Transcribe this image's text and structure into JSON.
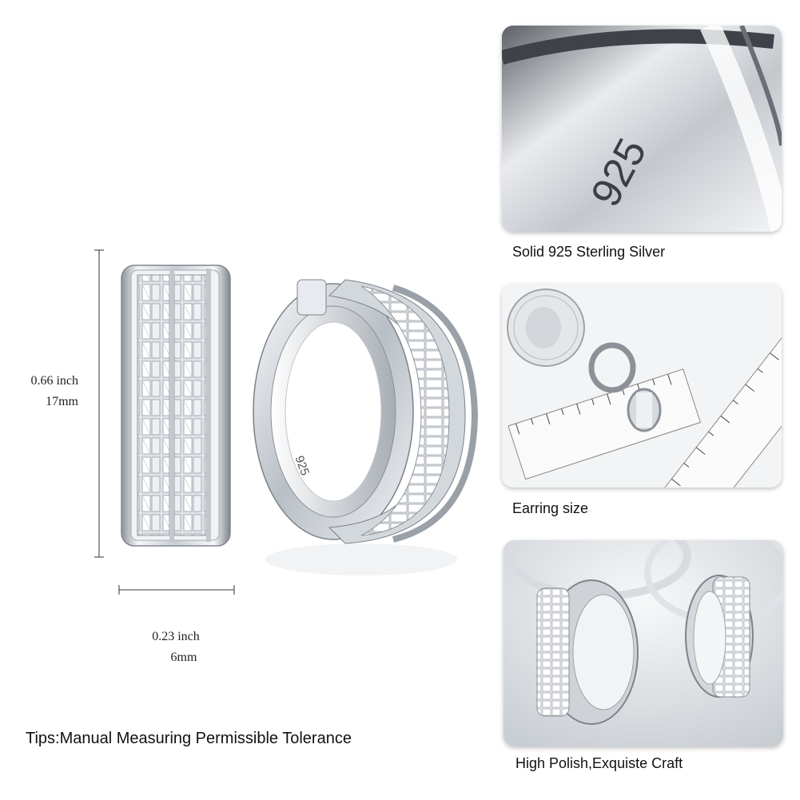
{
  "dimensions": {
    "height_inch": "0.66 inch",
    "height_mm": "17mm",
    "width_inch": "0.23 inch",
    "width_mm": "6mm"
  },
  "tips": "Tips:Manual Measuring Permissible Tolerance",
  "panels": [
    {
      "caption": "Solid 925 Sterling Silver",
      "engraving": "925"
    },
    {
      "caption": "Earring size"
    },
    {
      "caption": "High Polish,Exquiste Craft"
    }
  ],
  "main_earring": {
    "engraving": "925"
  },
  "colors": {
    "silver": "#d9dde2",
    "shadow": "#8a8f96",
    "background": "#ffffff"
  }
}
